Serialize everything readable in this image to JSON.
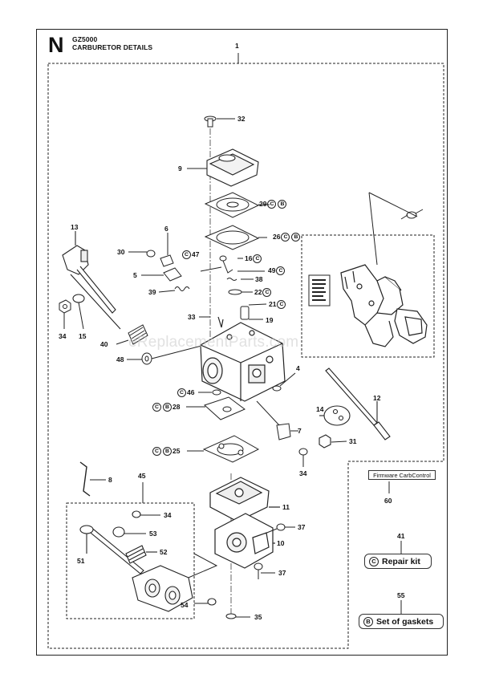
{
  "header": {
    "section_letter": "N",
    "model": "GZ5000",
    "title": "CARBURETOR DETAILS"
  },
  "callouts": {
    "n1": "1",
    "n32": "32",
    "n9": "9",
    "n29": "29",
    "n26": "26",
    "n13": "13",
    "n6": "6",
    "n30": "30",
    "n47": "47",
    "n16": "16",
    "n49": "49",
    "n5": "5",
    "n38": "38",
    "n39": "39",
    "n22": "22",
    "n21": "21",
    "n33": "33",
    "n19": "19",
    "n34a": "34",
    "n15": "15",
    "n40": "40",
    "n48": "48",
    "n4": "4",
    "n46": "46",
    "n28": "28",
    "n14": "14",
    "n12": "12",
    "n7": "7",
    "n31": "31",
    "n25": "25",
    "n34b": "34",
    "n8": "8",
    "n45": "45",
    "n11": "11",
    "n34c": "34",
    "n53": "53",
    "n37a": "37",
    "n52": "52",
    "n10": "10",
    "n51": "51",
    "n37b": "37",
    "n54": "54",
    "n35": "35",
    "n60": "60",
    "n41": "41",
    "n55": "55"
  },
  "markers": {
    "c": "C",
    "b": "B"
  },
  "firmware_label": "Firmware CarbControl",
  "kits": {
    "repair": {
      "marker": "C",
      "label": "Repair kit"
    },
    "gaskets": {
      "marker": "B",
      "label": "Set of gaskets"
    }
  },
  "watermark": "eReplacementParts.com"
}
